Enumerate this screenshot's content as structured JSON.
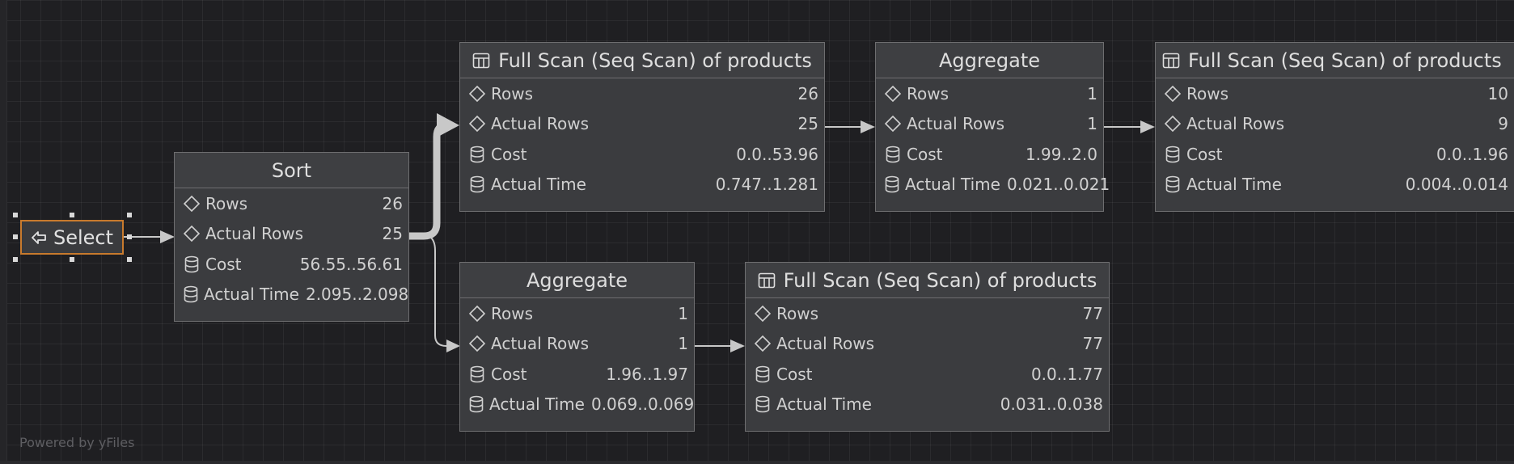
{
  "select_node": {
    "label": "Select"
  },
  "nodes": [
    {
      "id": "sort",
      "title": "Sort",
      "table_icon": false,
      "rows": [
        {
          "icon": "diamond",
          "label": "Rows",
          "value": "26"
        },
        {
          "icon": "diamond",
          "label": "Actual Rows",
          "value": "25"
        },
        {
          "icon": "database",
          "label": "Cost",
          "value": "56.55..56.61"
        },
        {
          "icon": "database",
          "label": "Actual Time",
          "value": "2.095..2.098"
        }
      ]
    },
    {
      "id": "scan-a",
      "title": "Full Scan (Seq Scan) of products",
      "table_icon": true,
      "rows": [
        {
          "icon": "diamond",
          "label": "Rows",
          "value": "26"
        },
        {
          "icon": "diamond",
          "label": "Actual Rows",
          "value": "25"
        },
        {
          "icon": "database",
          "label": "Cost",
          "value": "0.0..53.96"
        },
        {
          "icon": "database",
          "label": "Actual Time",
          "value": "0.747..1.281"
        }
      ]
    },
    {
      "id": "agg-a",
      "title": "Aggregate",
      "table_icon": false,
      "rows": [
        {
          "icon": "diamond",
          "label": "Rows",
          "value": "1"
        },
        {
          "icon": "diamond",
          "label": "Actual Rows",
          "value": "1"
        },
        {
          "icon": "database",
          "label": "Cost",
          "value": "1.99..2.0"
        },
        {
          "icon": "database",
          "label": "Actual Time",
          "value": "0.021..0.021"
        }
      ]
    },
    {
      "id": "scan-b",
      "title": "Full Scan (Seq Scan) of products",
      "table_icon": true,
      "rows": [
        {
          "icon": "diamond",
          "label": "Rows",
          "value": "10"
        },
        {
          "icon": "diamond",
          "label": "Actual Rows",
          "value": "9"
        },
        {
          "icon": "database",
          "label": "Cost",
          "value": "0.0..1.96"
        },
        {
          "icon": "database",
          "label": "Actual Time",
          "value": "0.004..0.014"
        }
      ]
    },
    {
      "id": "agg-b",
      "title": "Aggregate",
      "table_icon": false,
      "rows": [
        {
          "icon": "diamond",
          "label": "Rows",
          "value": "1"
        },
        {
          "icon": "diamond",
          "label": "Actual Rows",
          "value": "1"
        },
        {
          "icon": "database",
          "label": "Cost",
          "value": "1.96..1.97"
        },
        {
          "icon": "database",
          "label": "Actual Time",
          "value": "0.069..0.069"
        }
      ]
    },
    {
      "id": "scan-c",
      "title": "Full Scan (Seq Scan) of products",
      "table_icon": true,
      "rows": [
        {
          "icon": "diamond",
          "label": "Rows",
          "value": "77"
        },
        {
          "icon": "diamond",
          "label": "Actual Rows",
          "value": "77"
        },
        {
          "icon": "database",
          "label": "Cost",
          "value": "0.0..1.77"
        },
        {
          "icon": "database",
          "label": "Actual Time",
          "value": "0.031..0.038"
        }
      ]
    }
  ],
  "footer": {
    "powered_by": "Powered by yFiles"
  },
  "colors": {
    "background": "#1f1f22",
    "node_fill": "#3b3c3f",
    "node_border": "#6e6e70",
    "edge": "#c8c8c8",
    "selection": "#c87a2d",
    "text": "#d6d6d6"
  }
}
